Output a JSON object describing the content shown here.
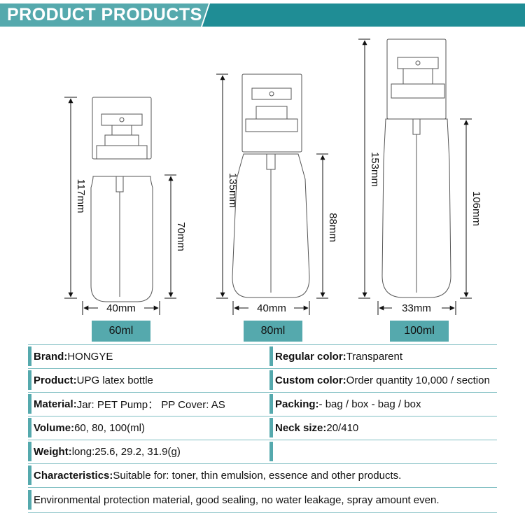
{
  "header": {
    "title": "PRODUCT PRODUCTS",
    "colors": {
      "accent": "#55a9ad",
      "dark": "#1f8d95"
    }
  },
  "products": [
    {
      "height": "117mm",
      "body_height": "70mm",
      "width": "40mm",
      "capacity": "60ml"
    },
    {
      "height": "135mm",
      "body_height": "88mm",
      "width": "40mm",
      "capacity": "80ml"
    },
    {
      "height": "153mm",
      "body_height": "106mm",
      "width": "33mm",
      "capacity": "100ml"
    }
  ],
  "specs": {
    "brand": {
      "label": "Brand:",
      "value": "HONGYE"
    },
    "regular_color": {
      "label": "Regular color:",
      "value": "Transparent"
    },
    "product": {
      "label": "Product:",
      "value": "UPG latex bottle"
    },
    "custom_color": {
      "label": "Custom color:",
      "value": "Order quantity 10,000 / section"
    },
    "material": {
      "label": "Material:",
      "value": "Jar: PET  Pump： PP  Cover: AS"
    },
    "packing": {
      "label": "Packing:",
      "value": "- bag / box - bag / box"
    },
    "volume": {
      "label": "Volume:",
      "value": "60, 80, 100(ml)"
    },
    "neck_size": {
      "label": "Neck size:",
      "value": "20/410"
    },
    "weight": {
      "label": "Weight:",
      "value": "long:25.6, 29.2, 31.9(g)"
    },
    "characteristics": {
      "label": "Characteristics:",
      "value": "Suitable for: toner, thin emulsion, essence and other products."
    },
    "note": "Environmental protection material, good sealing, no water leakage, spray amount even."
  }
}
